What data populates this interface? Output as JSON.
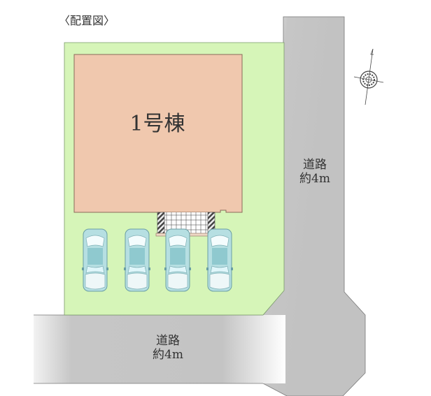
{
  "title": "〈配置図〉",
  "building": {
    "label": "1号棟"
  },
  "roads": [
    {
      "name": "道路",
      "width": "約4m"
    },
    {
      "name": "道路",
      "width": "約4m"
    }
  ],
  "parking_spaces": 4,
  "colors": {
    "lot": "#d6f5b8",
    "building": "#f0c8ae",
    "road": "#c4c4c4",
    "car": "#a9d8dc"
  }
}
